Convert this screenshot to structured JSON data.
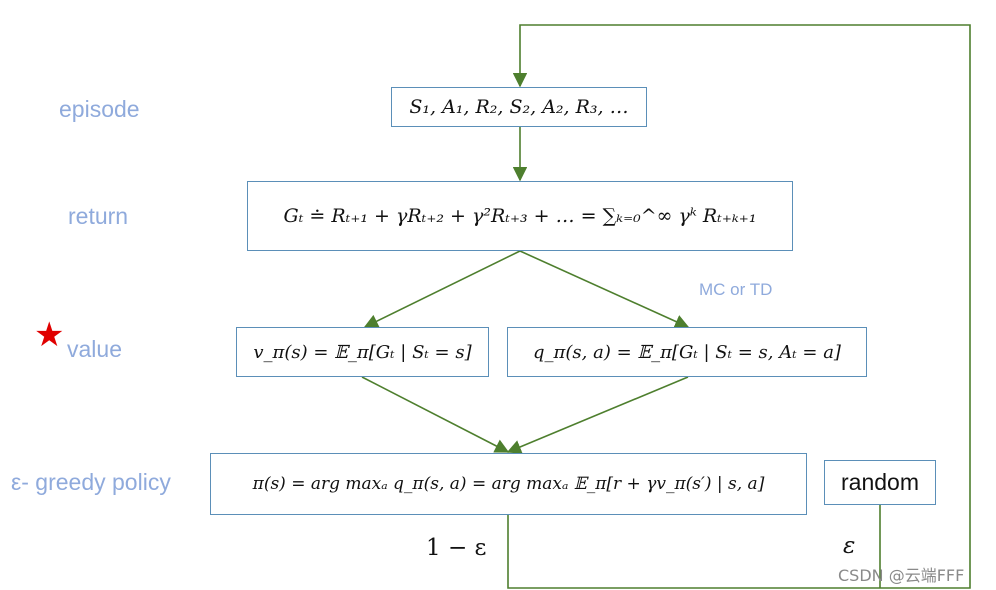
{
  "labels": {
    "episode": "episode",
    "return": "return",
    "value": "value",
    "policy": "ε- greedy policy",
    "mc_td": "MC or TD"
  },
  "formulas": {
    "episode": "S₁, A₁, R₂, S₂, A₂, R₃, …",
    "return": "Gₜ ≐ Rₜ₊₁ + γRₜ₊₂ + γ²Rₜ₊₃ + … = ∑ₖ₌₀^∞ γᵏ Rₜ₊ₖ₊₁",
    "v_value": "v_π(s) = 𝔼_π[Gₜ | Sₜ = s]",
    "q_value": "q_π(s, a) = 𝔼_π[Gₜ | Sₜ = s, Aₜ = a]",
    "policy": "π(s) = arg maxₐ q_π(s, a) = arg maxₐ 𝔼_π[r + γv_π(s′) | s, a]"
  },
  "random_label": "random",
  "branch_labels": {
    "exploit": "1 − ε",
    "explore": "ε"
  },
  "watermark": "CSDN @云端FFF",
  "icons": {
    "value_marker": "red-star-icon"
  },
  "colors": {
    "label": "#8faadc",
    "box_border": "#5b8fb8",
    "arrow": "#4e7f2e",
    "star": "#e00000"
  }
}
